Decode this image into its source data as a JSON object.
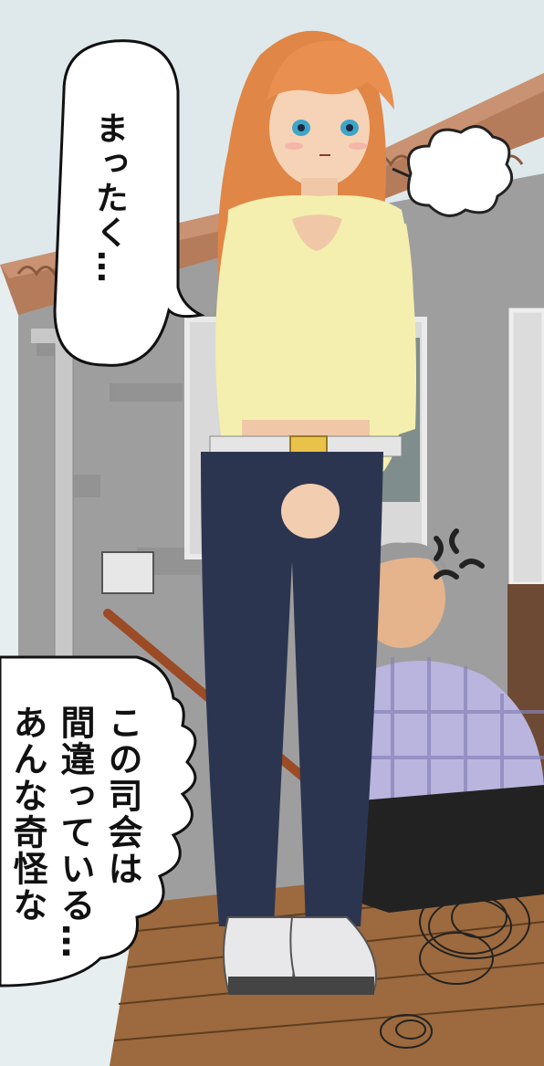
{
  "speech_bubbles": [
    {
      "lines": [
        "まったく…"
      ]
    },
    {
      "lines": [
        "この司会は",
        "間違っている…",
        "あんな奇怪な"
      ]
    }
  ],
  "colors": {
    "sky": "#e6eef0",
    "wall": "#9d9d9d",
    "roof": "#b9805f",
    "deck": "#a06a3c",
    "hair": "#e08a4a",
    "top": "#f3efae",
    "jeans": "#2c3550",
    "shirt": "#b7b3dc",
    "anger_mark": "#222222"
  }
}
